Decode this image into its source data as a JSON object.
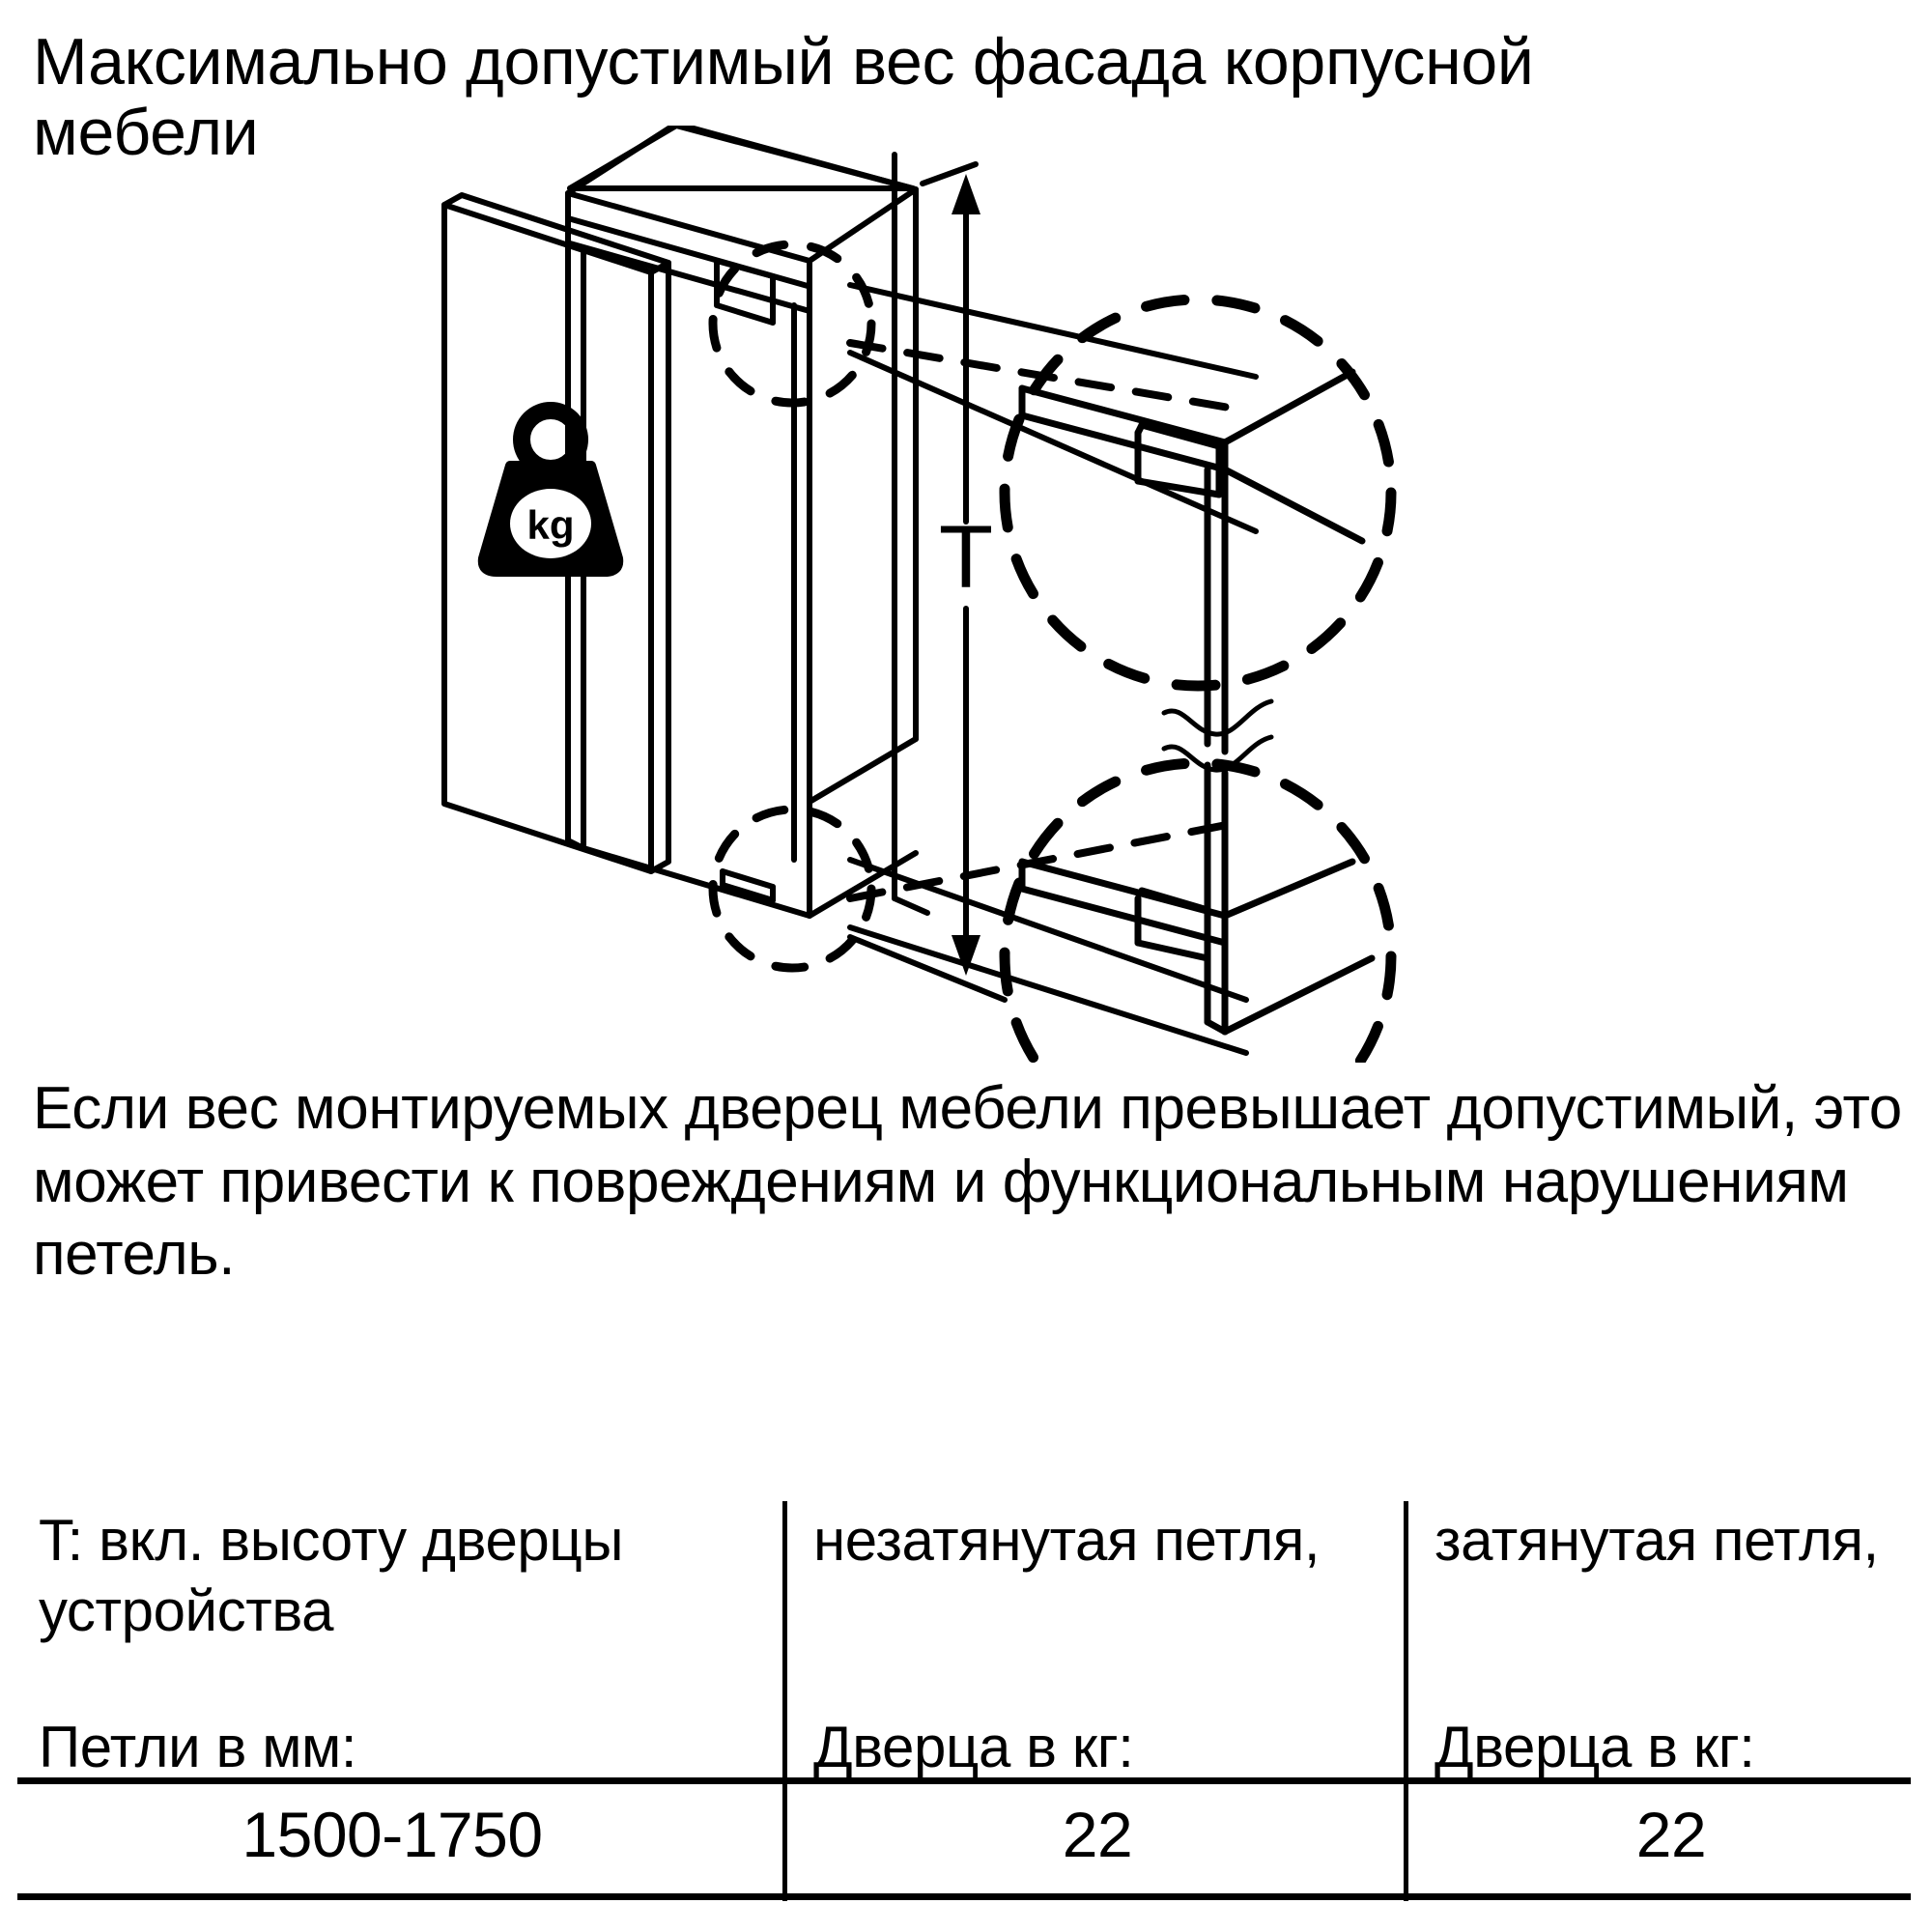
{
  "heading": "Максимально допустимый вес фасада корпусной мебели",
  "diagram": {
    "name": "built-in-fridge-door-mounting-diagram",
    "dimension_label": "T",
    "weight_icon_label": "kg",
    "detail_top_name": "top-hinge-detail",
    "detail_bottom_name": "bottom-hinge-detail"
  },
  "body_text": "Если вес монтируемых дверец мебели превышает допустимый, это может привести к повреждениям и функциональным нарушениям петель.",
  "table": {
    "headers": [
      {
        "title": "T: вкл. высоту дверцы устройства",
        "subtitle": "Петли в мм:"
      },
      {
        "title": "незатянутая петля,",
        "subtitle": "Дверца в кг:"
      },
      {
        "title": "затянутая петля,",
        "subtitle": "Дверца в кг:"
      }
    ],
    "rows": [
      {
        "hinges_mm": "1500-1750",
        "untightened_kg": "22",
        "tightened_kg": "22"
      }
    ]
  },
  "colors": {
    "ink": "#000000",
    "paper": "#ffffff"
  }
}
